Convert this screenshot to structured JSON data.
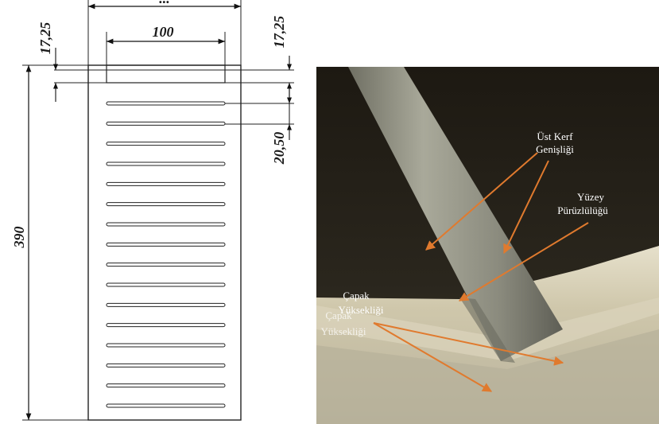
{
  "drawing": {
    "dim_top_width": "...",
    "dim_slot_width": "100",
    "dim_left_offset": "17,25",
    "dim_right_offset": "17,25",
    "dim_slot_pitch": "20,50",
    "dim_height": "390",
    "slot_count": 16
  },
  "photo": {
    "labels": {
      "ust_kerf_1": "Üst Kerf",
      "ust_kerf_2": "Genişliği",
      "yuzey_1": "Yüzey",
      "yuzey_2": "Pürüzlülüğü",
      "capak_1": "Çapak",
      "capak_2": "Yüksekliği",
      "capak_ghost_1": "Çapak",
      "capak_ghost_2": "Yüksekliği"
    },
    "arrow_color": "#e07a2e"
  }
}
